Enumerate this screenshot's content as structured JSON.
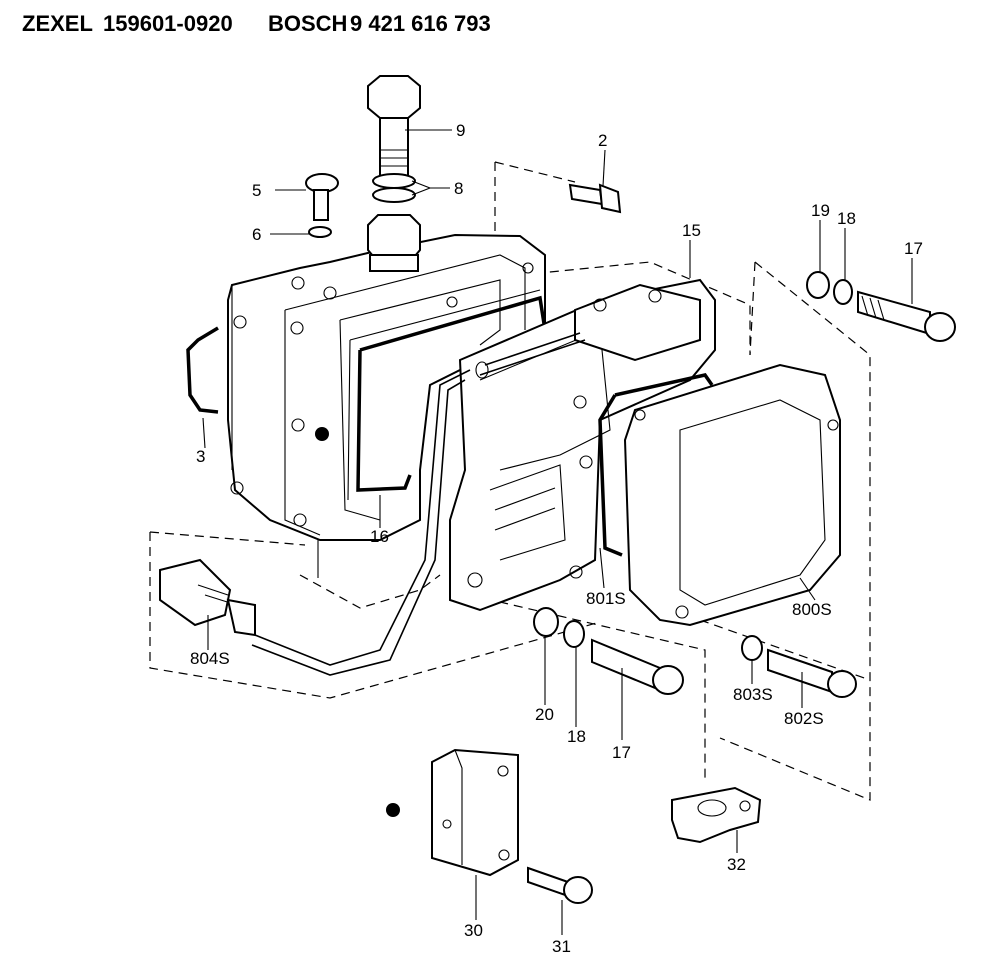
{
  "header": {
    "maker": "ZEXEL",
    "maker_no": "159601-0920",
    "oem": "BOSCH",
    "oem_no": "9 421 616 793"
  },
  "callouts": {
    "p2": "2",
    "p3": "3",
    "p5": "5",
    "p6": "6",
    "p8": "8",
    "p9": "9",
    "p15": "15",
    "p16": "16",
    "p17a": "17",
    "p17b": "17",
    "p18a": "18",
    "p18b": "18",
    "p19": "19",
    "p20": "20",
    "p30": "30",
    "p31": "31",
    "p32": "32",
    "p800s": "800S",
    "p801s": "801S",
    "p802s": "802S",
    "p803s": "803S",
    "p804s": "804S"
  }
}
